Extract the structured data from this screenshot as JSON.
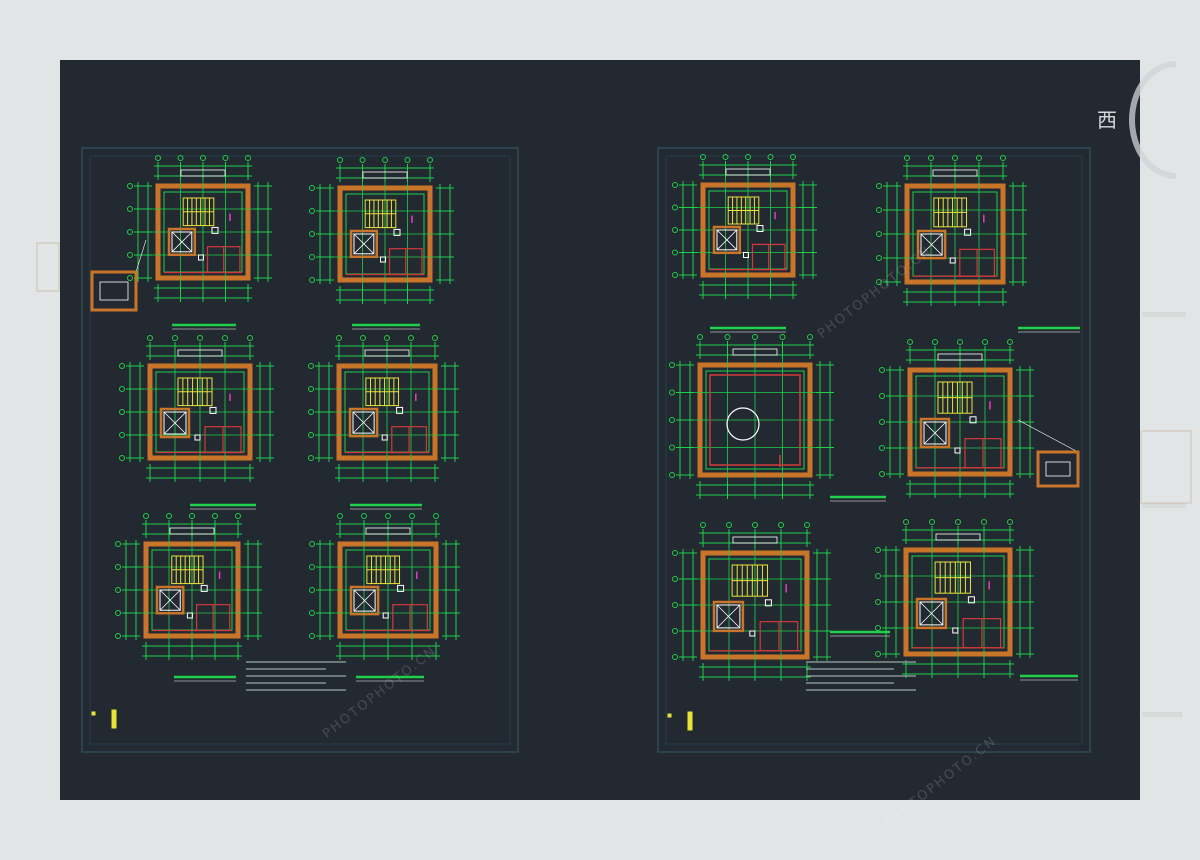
{
  "viewcube": {
    "direction_label": "西"
  },
  "sheets": [
    {
      "name": "sheet-left",
      "plans": [
        "plan-l1",
        "plan-l2",
        "plan-l3",
        "plan-l4",
        "plan-l5",
        "plan-l6"
      ],
      "has_notes": true
    },
    {
      "name": "sheet-right",
      "plans": [
        "plan-r1",
        "plan-r2",
        "plan-r3",
        "plan-r4",
        "plan-r5",
        "plan-r6"
      ],
      "has_notes": true
    }
  ],
  "watermark": {
    "text": "PHOTOPHOTO.CN"
  },
  "colors": {
    "canvas_bg": "#222931",
    "frame": "#2f4a56",
    "grid_green": "#1fd04a",
    "wall_orange": "#c8752a",
    "stair_yellow": "#e8e23a",
    "red_line": "#d03a3a",
    "white_line": "#ffffff",
    "magenta": "#e040c0"
  }
}
